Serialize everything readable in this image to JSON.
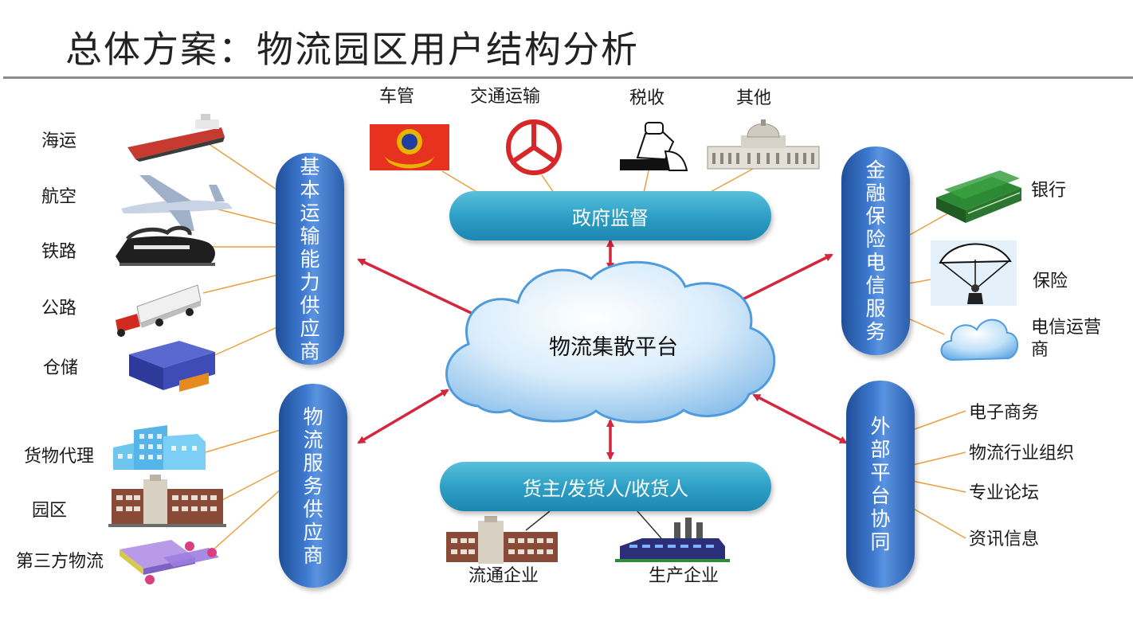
{
  "title": "总体方案：物流园区用户结构分析",
  "center": {
    "label": "物流集散平台"
  },
  "government": {
    "bar_label": "政府监督",
    "items": [
      "车管",
      "交通运输",
      "税收",
      "其他"
    ]
  },
  "owners": {
    "bar_label": "货主/发货人/收货人",
    "items": [
      "流通企业",
      "生产企业"
    ]
  },
  "transport": {
    "pill_label": "基本运输能力供应商",
    "items": [
      "海运",
      "航空",
      "铁路",
      "公路",
      "仓储"
    ]
  },
  "logistics": {
    "pill_label": "物流服务供应商",
    "items": [
      "货物代理",
      "园区",
      "第三方物流"
    ]
  },
  "finance": {
    "pill_label": "金融保险电信服务",
    "items": [
      "银行",
      "保险",
      "电信运营商"
    ]
  },
  "external": {
    "pill_label": "外部平台协同",
    "items": [
      "电子商务",
      "物流行业组织",
      "专业论坛",
      "资讯信息"
    ]
  },
  "colors": {
    "pill_blue": "#2a5fae",
    "bar_teal": "#2ea0c6",
    "arrow_red": "#d4263c",
    "connector_orange": "#e8a040",
    "title_rule": "#8c8c8c"
  },
  "icons": {
    "transport": [
      "ship-icon",
      "airplane-icon",
      "train-icon",
      "truck-icon",
      "warehouse-icon"
    ],
    "logistics": [
      "office-building-icon",
      "park-building-icon",
      "conveyor-icon"
    ],
    "government": [
      "police-badge-icon",
      "traffic-emblem-icon",
      "tax-stamp-icon",
      "capitol-building-icon"
    ],
    "finance": [
      "money-stack-icon",
      "parachute-icon",
      "cloud-icon"
    ],
    "owners": [
      "factory-building-icon",
      "industrial-plant-icon"
    ]
  }
}
